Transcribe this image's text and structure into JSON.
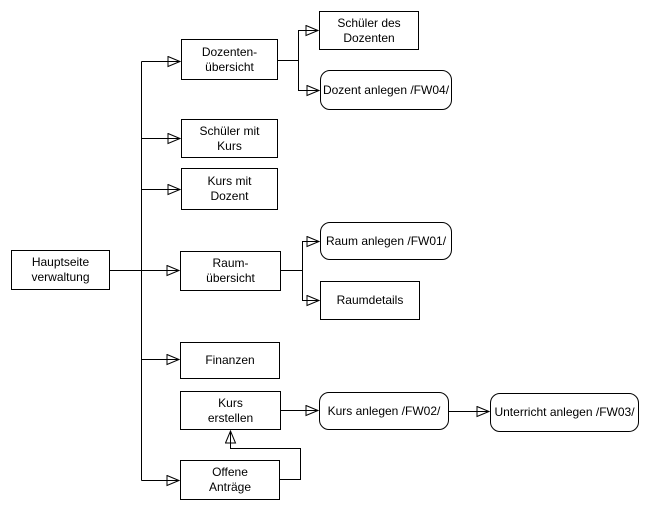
{
  "colors": {
    "stroke": "#000000",
    "node_fill": "#ffffff",
    "text": "#000000",
    "background": "#ffffff"
  },
  "nodes": {
    "hauptseite": {
      "label": "Hauptseite\nverwaltung",
      "shape": "rect"
    },
    "dozentenuebersicht": {
      "label": "Dozenten-\nübersicht",
      "shape": "rect"
    },
    "schueler_des_dozenten": {
      "label": "Schüler des\nDozenten",
      "shape": "rect"
    },
    "dozent_anlegen": {
      "label": "Dozent anlegen /FW04/",
      "shape": "rounded"
    },
    "schueler_mit_kurs": {
      "label": "Schüler mit\nKurs",
      "shape": "rect"
    },
    "kurs_mit_dozent": {
      "label": "Kurs mit\nDozent",
      "shape": "rect"
    },
    "raumuebersicht": {
      "label": "Raum-\nübersicht",
      "shape": "rect"
    },
    "raum_anlegen": {
      "label": "Raum anlegen /FW01/",
      "shape": "rounded"
    },
    "raumdetails": {
      "label": "Raumdetails",
      "shape": "rect"
    },
    "finanzen": {
      "label": "Finanzen",
      "shape": "rect"
    },
    "kurs_erstellen": {
      "label": "Kurs\nerstellen",
      "shape": "rect"
    },
    "kurs_anlegen": {
      "label": "Kurs anlegen /FW02/",
      "shape": "rounded"
    },
    "unterricht_anlegen": {
      "label": "Unterricht anlegen /FW03/",
      "shape": "rounded"
    },
    "offene_antraege": {
      "label": "Offene\nAnträge",
      "shape": "rect"
    }
  },
  "edges": [
    {
      "from": "hauptseite",
      "to": "dozentenuebersicht"
    },
    {
      "from": "hauptseite",
      "to": "schueler_mit_kurs"
    },
    {
      "from": "hauptseite",
      "to": "kurs_mit_dozent"
    },
    {
      "from": "hauptseite",
      "to": "raumuebersicht"
    },
    {
      "from": "hauptseite",
      "to": "finanzen"
    },
    {
      "from": "hauptseite",
      "to": "offene_antraege"
    },
    {
      "from": "dozentenuebersicht",
      "to": "schueler_des_dozenten"
    },
    {
      "from": "dozentenuebersicht",
      "to": "dozent_anlegen"
    },
    {
      "from": "raumuebersicht",
      "to": "raum_anlegen"
    },
    {
      "from": "raumuebersicht",
      "to": "raumdetails"
    },
    {
      "from": "offene_antraege",
      "to": "kurs_erstellen"
    },
    {
      "from": "kurs_erstellen",
      "to": "kurs_anlegen"
    },
    {
      "from": "kurs_anlegen",
      "to": "unterricht_anlegen"
    }
  ]
}
